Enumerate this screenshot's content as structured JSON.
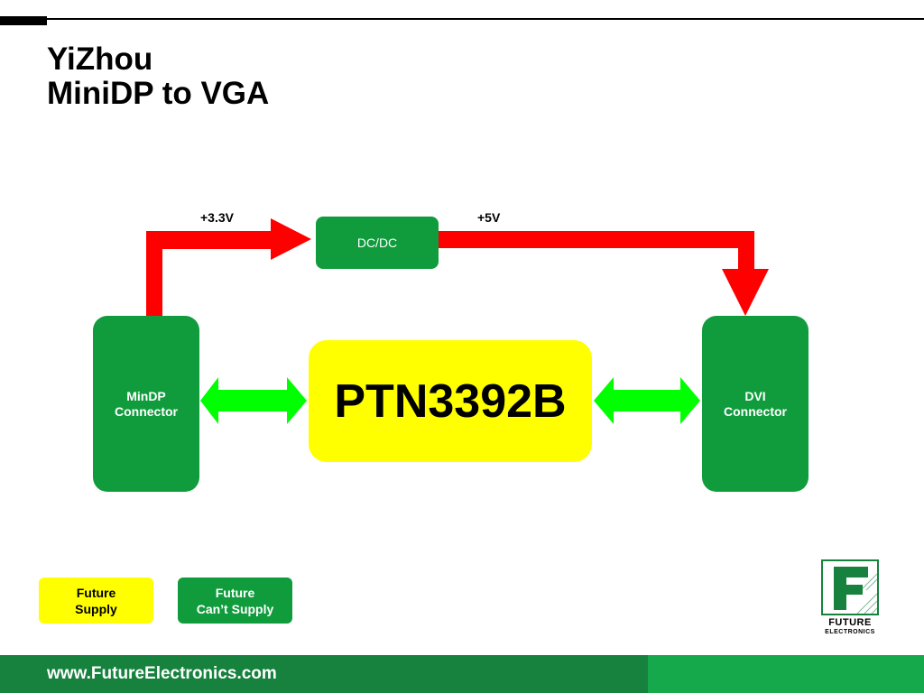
{
  "slide": {
    "title_line1": "YiZhou",
    "title_line2": "MiniDP to VGA"
  },
  "blocks": {
    "dcdc": "DC/DC",
    "mindp_line1": "MinDP",
    "mindp_line2": "Connector",
    "chip": "PTN3392B",
    "dvi_line1": "DVI",
    "dvi_line2": "Connector"
  },
  "power": {
    "in_label": "+3.3V",
    "out_label": "+5V"
  },
  "legend": {
    "supply_line1": "Future",
    "supply_line2": "Supply",
    "cant_line1": "Future",
    "cant_line2": "Can’t Supply"
  },
  "logo": {
    "line1": "FUTURE",
    "line2": "ELECTRONICS"
  },
  "footer": {
    "url": "www.FutureElectronics.com"
  },
  "colors": {
    "power_arrow": "#ff0000",
    "data_arrow": "#00ff00",
    "block_green": "#109c3c",
    "block_yellow": "#ffff00",
    "footer_dark": "#16823e",
    "footer_light": "#15a94b"
  }
}
